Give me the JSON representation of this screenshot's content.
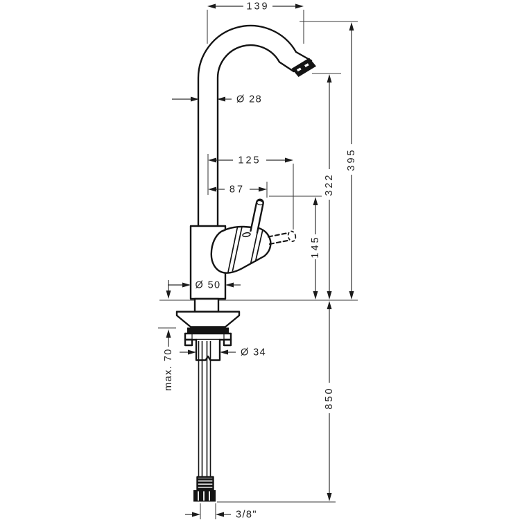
{
  "drawing": {
    "background": "#ffffff",
    "outline_color": "#141414",
    "dimension_line_color": "#2f2f2f",
    "dims": {
      "spout_reach": "139",
      "spout_tube_diameter": "Ø 28",
      "handle_open_reach": "125",
      "handle_offset": "87",
      "body_diameter": "Ø 50",
      "handle_height": "145",
      "spout_outlet_height": "322",
      "overall_height": "395",
      "max_counter_thickness": "max. 70",
      "shank_diameter": "Ø 34",
      "hose_length": "850",
      "hose_connection": "3/8\""
    }
  }
}
